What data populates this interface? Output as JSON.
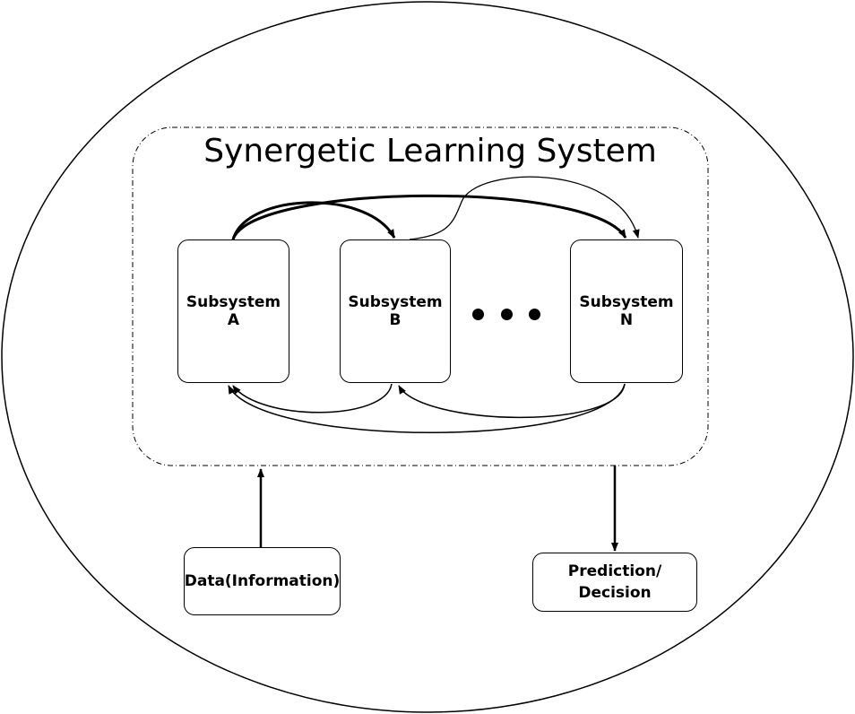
{
  "diagram": {
    "title": "Synergetic Learning System",
    "subsystems": [
      {
        "id": "a",
        "label": "Subsystem A"
      },
      {
        "id": "b",
        "label": "Subsystem B"
      },
      {
        "id": "n",
        "label": "Subsystem N"
      }
    ],
    "input_label": "Data(Information)",
    "output_label_line1": "Prediction/",
    "output_label_line2": "Decision"
  }
}
